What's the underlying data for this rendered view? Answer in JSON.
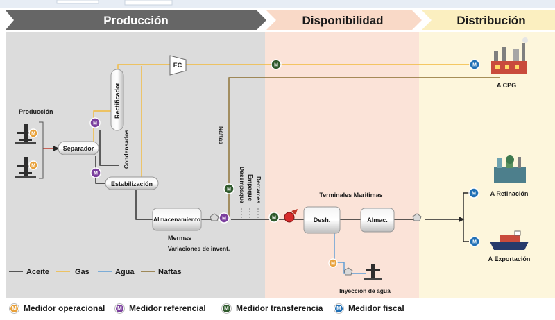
{
  "headers": {
    "production": "Producción",
    "availability": "Disponibilidad",
    "distribution": "Distribución"
  },
  "colors": {
    "oil": "#262626",
    "gas": "#f2b93b",
    "water": "#5b9bd5",
    "naphtha": "#8a6d2d",
    "meter_operational": "#e8a13a",
    "meter_referential": "#7b3f9e",
    "meter_transfer": "#2f5a2c",
    "meter_fiscal": "#1f6fb5",
    "zone_production": "#dcdcdc",
    "zone_availability": "#fbe3d8",
    "zone_distribution": "#fdf6dc",
    "header_production": "#666666",
    "header_availability": "#f9d9c7",
    "header_distribution": "#fbefc0"
  },
  "meter_letter": "M",
  "labels": {
    "production": "Producción",
    "separator": "Separador",
    "rectifier": "Rectificador",
    "condensates": "Condensados",
    "stabilization": "Estabilización",
    "ec": "EC",
    "naphtha_vertical": "Naftas",
    "storage": "Almacenamiento",
    "losses": "Mermas",
    "inventory_variations": "Variaciones de invent.",
    "unpacking": "Desempaque",
    "packing": "Empaque",
    "spills": "Derrames",
    "maritime_terminals": "Terminales Maritimas",
    "dehydration": "Desh.",
    "storage_short": "Almac.",
    "water_injection": "Inyección de agua",
    "to_cpg": "A CPG",
    "to_refinery": "A Refinación",
    "to_export": "A Exportación"
  },
  "line_legend": [
    {
      "label": "Aceite",
      "color_key": "oil"
    },
    {
      "label": "Gas",
      "color_key": "gas"
    },
    {
      "label": "Agua",
      "color_key": "water"
    },
    {
      "label": "Naftas",
      "color_key": "naphtha"
    }
  ],
  "meter_legend": [
    {
      "label": "Medidor operacional",
      "color_key": "meter_operational"
    },
    {
      "label": "Medidor referencial",
      "color_key": "meter_referential"
    },
    {
      "label": "Medidor transferencia",
      "color_key": "meter_transfer"
    },
    {
      "label": "Medidor fiscal",
      "color_key": "meter_fiscal"
    }
  ]
}
